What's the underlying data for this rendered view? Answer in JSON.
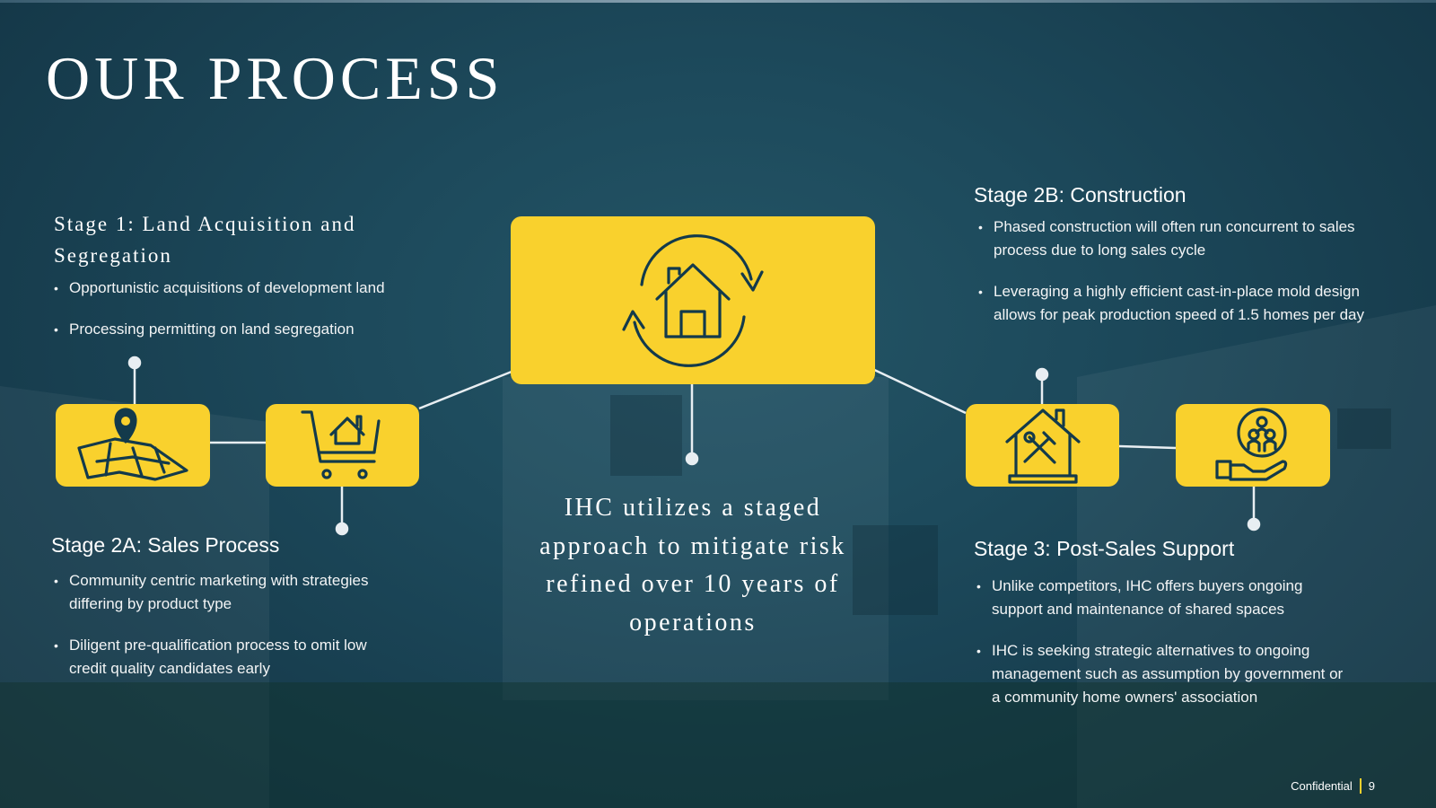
{
  "title": "OUR PROCESS",
  "accent_color": "#f9d12d",
  "stage1": {
    "heading": "Stage 1: Land Acquisition and Segregation",
    "bullets": [
      "Opportunistic acquisitions of development land",
      "Processing permitting on land segregation"
    ]
  },
  "stage2a": {
    "heading": "Stage 2A: Sales Process",
    "bullets": [
      "Community centric marketing with strategies differing by product type",
      "Diligent pre-qualification process to omit low credit quality candidates early"
    ]
  },
  "stage2b": {
    "heading": "Stage 2B: Construction",
    "bullets": [
      "Phased construction will often run concurrent to sales process due to long sales cycle",
      "Leveraging a highly efficient cast-in-place mold design allows for peak production speed of 1.5 homes per day"
    ]
  },
  "stage3": {
    "heading": "Stage 3: Post-Sales Support",
    "bullets": [
      "Unlike competitors, IHC offers buyers ongoing support and maintenance of shared spaces",
      "IHC is seeking strategic alternatives to ongoing management such as assumption by government or a community home owners' association"
    ]
  },
  "center_text": "IHC utilizes a staged approach to mitigate risk refined over 10 years of operations",
  "footer": {
    "label": "Confidential",
    "page": "9"
  }
}
